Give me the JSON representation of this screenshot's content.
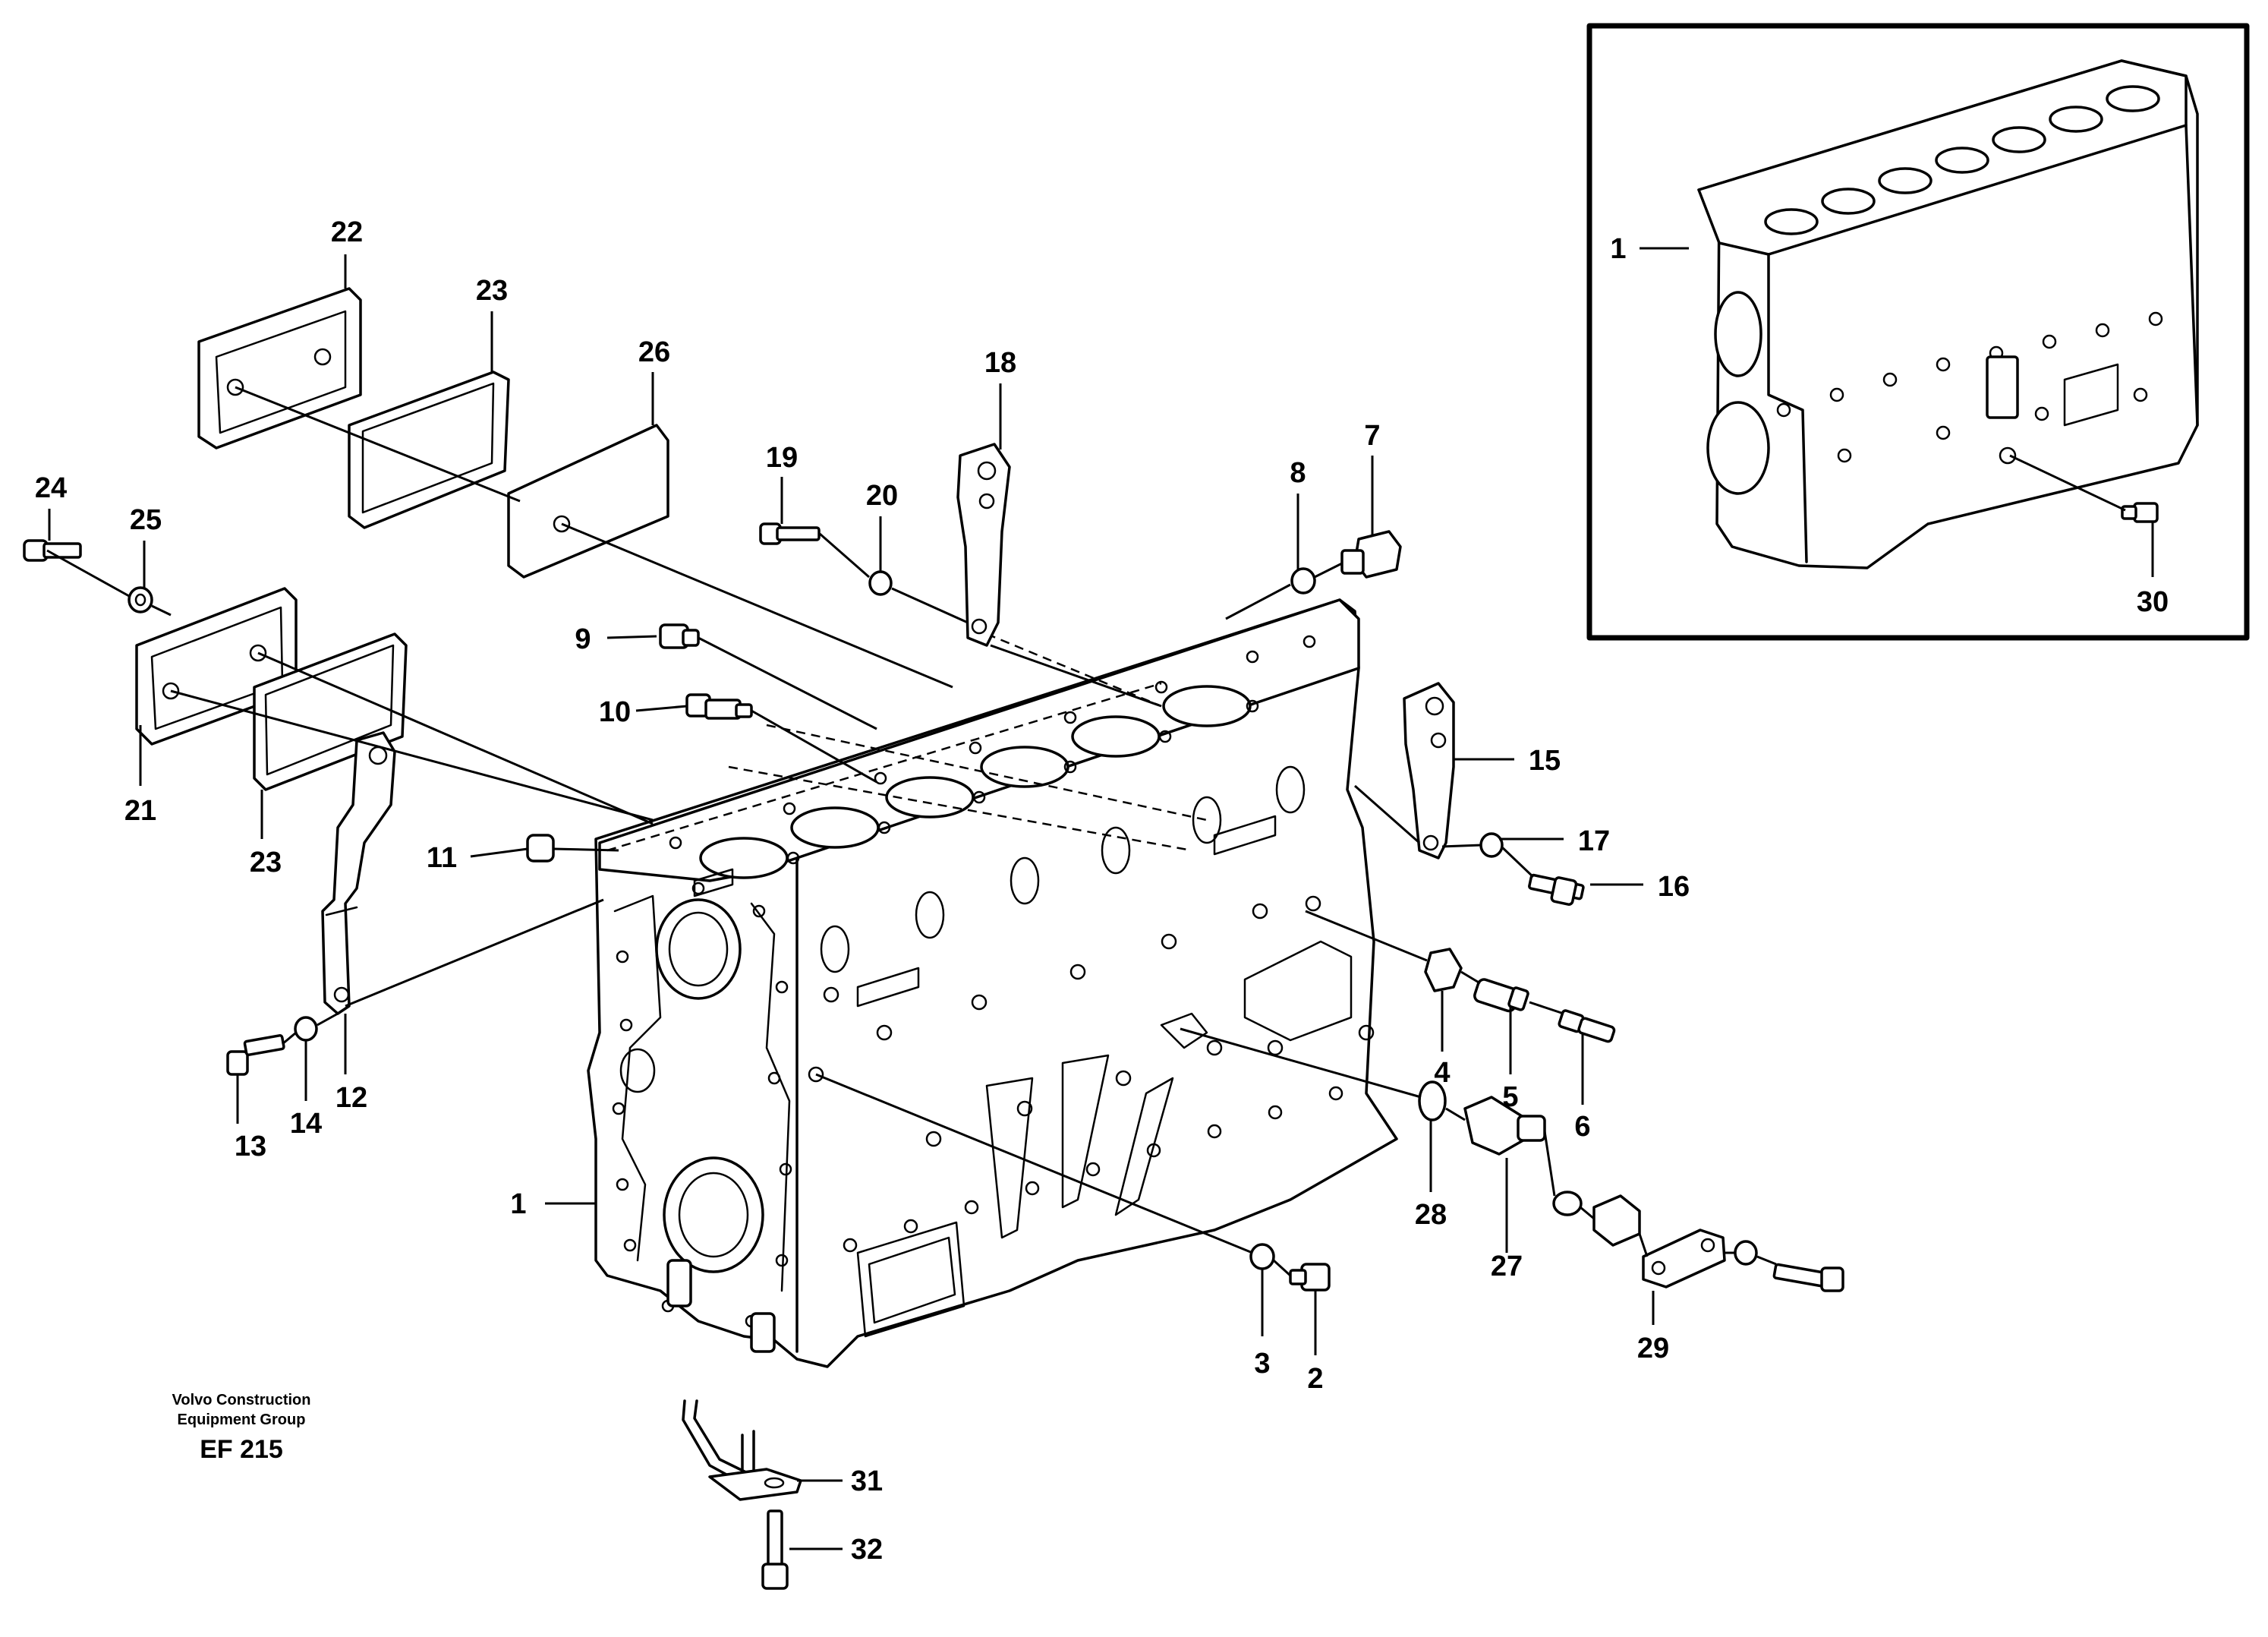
{
  "caption": {
    "line1": "Volvo Construction",
    "line2": "Equipment Group",
    "code": "EF 215"
  },
  "callouts": [
    "1",
    "2",
    "3",
    "4",
    "5",
    "6",
    "7",
    "8",
    "9",
    "10",
    "11",
    "12",
    "13",
    "14",
    "15",
    "16",
    "17",
    "18",
    "19",
    "20",
    "21",
    "22",
    "23",
    "24",
    "25",
    "26",
    "27",
    "28",
    "29",
    "30",
    "31",
    "32"
  ],
  "inset_callouts": [
    "1",
    "30"
  ],
  "colors": {
    "ink": "#000000",
    "paper": "#ffffff"
  }
}
